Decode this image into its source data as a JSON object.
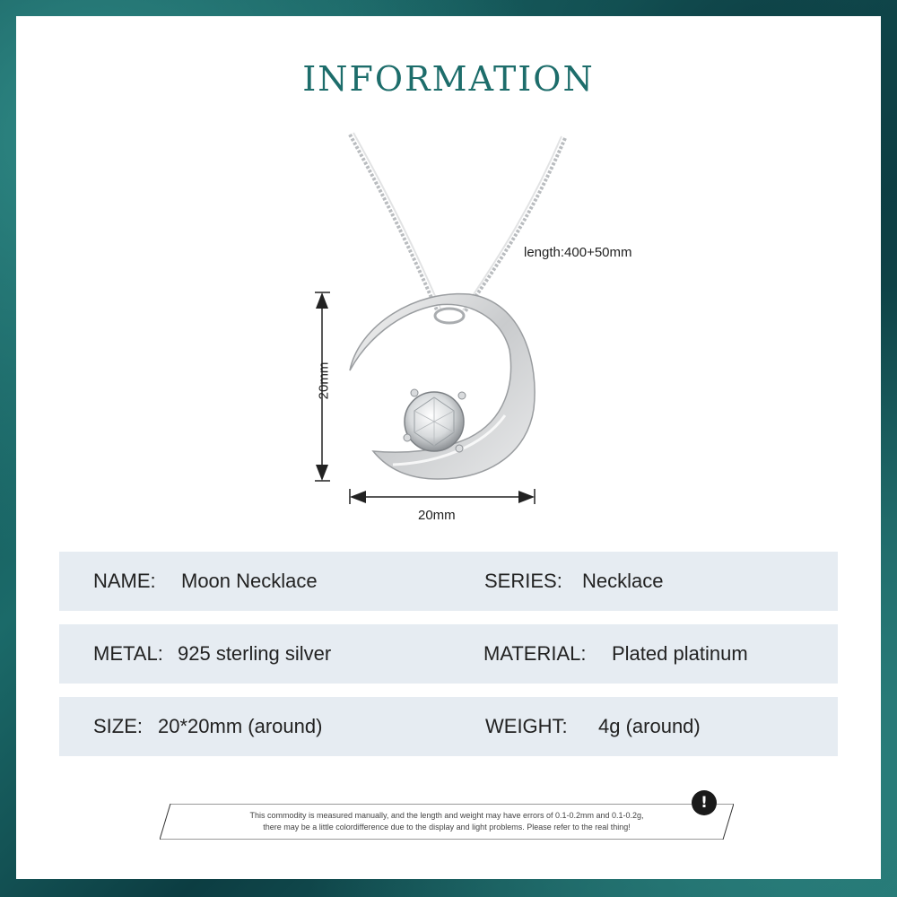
{
  "title": "INFORMATION",
  "dimensions": {
    "length": "length:400+50mm",
    "height": "20mm",
    "width": "20mm"
  },
  "specs": [
    {
      "label": "NAME:",
      "value": "Moon Necklace",
      "label2": "SERIES:",
      "value2": "Necklace"
    },
    {
      "label": "METAL:",
      "value": "925 sterling silver",
      "label2": "MATERIAL:",
      "value2": "Plated platinum"
    },
    {
      "label": "SIZE:",
      "value": "20*20mm (around)",
      "label2": "WEIGHT:",
      "value2": "4g (around)"
    }
  ],
  "notice": {
    "line1": "This commodity is measured manually, and the length and weight may have errors of 0.1-0.2mm and 0.1-0.2g,",
    "line2": "there may be a little colordifference due to the display and light problems. Please refer to the real thing!",
    "icon": "exclamation-icon"
  },
  "colors": {
    "title": "#1d6d6b",
    "row_background": "#e6ecf2",
    "frame": "#1b6a69"
  }
}
